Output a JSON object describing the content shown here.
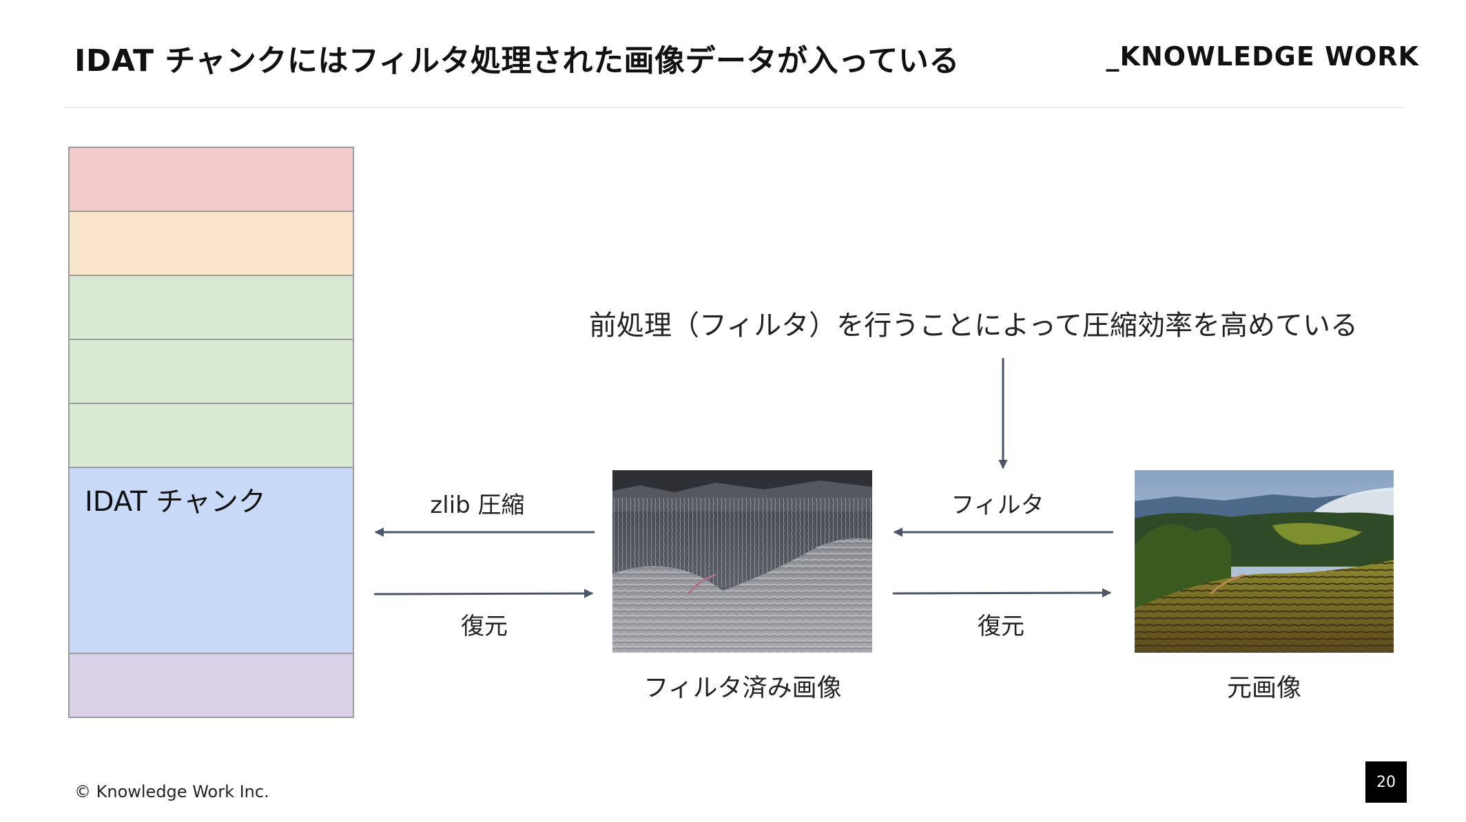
{
  "header": {
    "title": "IDAT チャンクにはフィルタ処理された画像データが入っている",
    "brand": "_KNOWLEDGE WORK"
  },
  "chunk_stack": {
    "blocks": [
      {
        "label": "",
        "color": "#f4cccc",
        "height_rows": 1
      },
      {
        "label": "",
        "color": "#fce5cd",
        "height_rows": 1
      },
      {
        "label": "",
        "color": "#d9ead3",
        "height_rows": 1
      },
      {
        "label": "",
        "color": "#d9ead3",
        "height_rows": 1
      },
      {
        "label": "",
        "color": "#d9ead3",
        "height_rows": 1
      },
      {
        "label": "IDAT チャンク",
        "color": "#c9daf8",
        "height_rows": 3
      },
      {
        "label": "",
        "color": "#d9d2e9",
        "height_rows": 1
      }
    ]
  },
  "explanation": "前処理（フィルタ）を行うことによって圧縮効率を高めている",
  "flow": {
    "compress_label": "zlib 圧縮",
    "restore_label_left": "復元",
    "filter_label": "フィルタ",
    "restore_label_right": "復元"
  },
  "images": {
    "filtered_caption": "フィルタ済み画像",
    "original_caption": "元画像"
  },
  "footer": {
    "copyright": "© Knowledge Work Inc.",
    "page_number": "20"
  },
  "colors": {
    "arrow": "#4a5568",
    "block_border": "#9b9b9b"
  }
}
